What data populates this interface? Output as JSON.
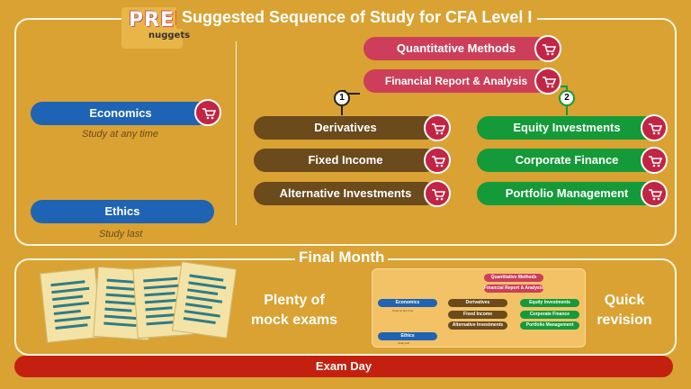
{
  "title": "Suggested Sequence of Study for CFA Level I",
  "logo": {
    "line1": "PREP",
    "line2": "nuggets"
  },
  "colors": {
    "background": "#d9a232",
    "blue": "#1f63b4",
    "brown": "#6b4a1c",
    "green": "#159a3a",
    "pink": "#cc3e5a",
    "red": "#c4200f"
  },
  "left": {
    "economics": {
      "label": "Economics",
      "note": "Study at any time"
    },
    "ethics": {
      "label": "Ethics",
      "note": "Study last"
    }
  },
  "top": {
    "quant": "Quantitative Methods",
    "frsa": "Financial Report & Analysis"
  },
  "branches": {
    "one": {
      "number": "1",
      "items": [
        "Derivatives",
        "Fixed Income",
        "Alternative Investments"
      ]
    },
    "two": {
      "number": "2",
      "items": [
        "Equity Investments",
        "Corporate Finance",
        "Portfolio Management"
      ]
    }
  },
  "final": {
    "title": "Final Month",
    "mock": "Plenty of mock exams",
    "revision": "Quick revision"
  },
  "exam_day": "Exam Day",
  "icons": [
    "cart-icon",
    "exam-papers-illustration"
  ]
}
